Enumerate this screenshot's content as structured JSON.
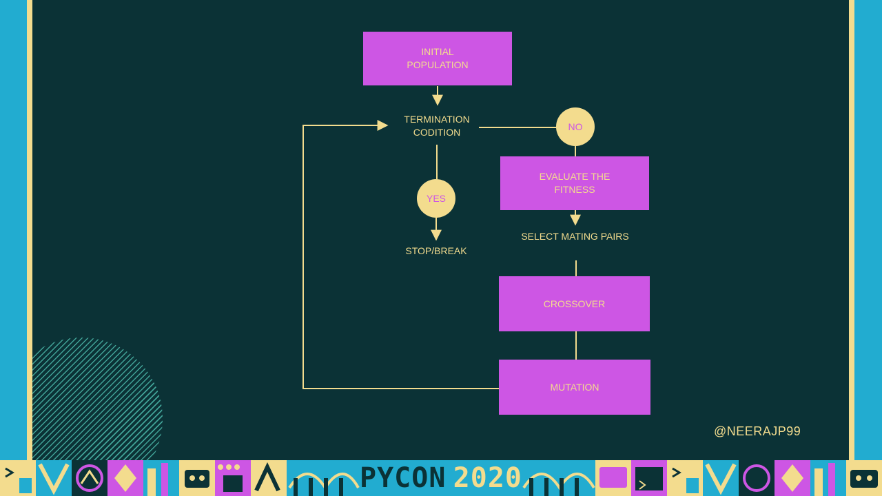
{
  "flowchart": {
    "initial_population": "INITIAL\nPOPULATION",
    "termination_condition": "TERMINATION\nCODITION",
    "no_label": "NO",
    "yes_label": "YES",
    "stop_break": "STOP/BREAK",
    "evaluate_fitness": "EVALUATE THE\nFITNESS",
    "select_mating_pairs": "SELECT MATING PAIRS",
    "crossover": "CROSSOVER",
    "mutation": "MUTATION"
  },
  "handle": "@NEERAJP99",
  "footer": {
    "conference_word": "PYCON",
    "conference_year": "2020"
  },
  "colors": {
    "slide_bg": "#0b3236",
    "box_fill": "#cd56e4",
    "accent_cream": "#f3dc8e",
    "frame_blue": "#22acd0"
  }
}
